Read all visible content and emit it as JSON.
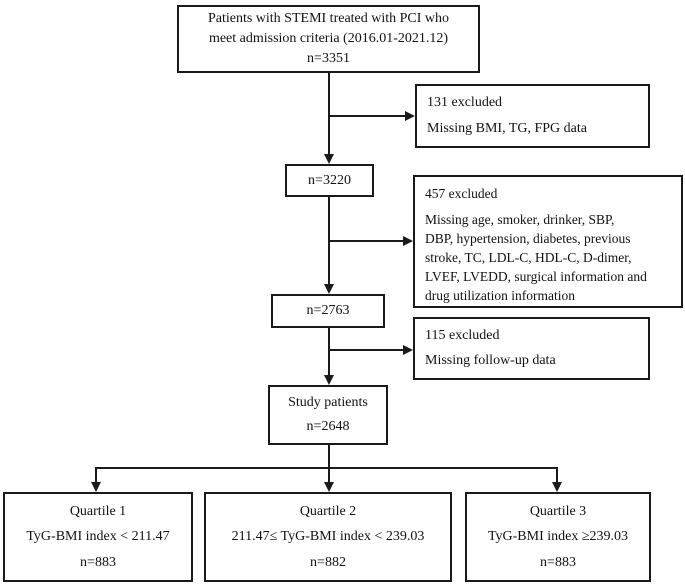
{
  "page": {
    "background": "#ffffff",
    "line_color": "#1a1a1a",
    "box_border_color": "#1a1a1a",
    "text_color": "#111111"
  },
  "flowchart": {
    "top": {
      "text": "Patients with STEMI treated with PCI who\nmeet admission criteria (2016.01-2021.12)",
      "n": "n=3351"
    },
    "excluded_1": {
      "title": "131 excluded",
      "body": "Missing BMI, TG, FPG data"
    },
    "n_3220": "n=3220",
    "excluded_2": {
      "title": "457 excluded",
      "body": "Missing age, smoker, drinker, SBP,\nDBP, hypertension, diabetes, previous\nstroke, TC, LDL-C, HDL-C, D-dimer,\nLVEF, LVEDD, surgical information and\ndrug utilization information"
    },
    "n_2763": "n=2763",
    "excluded_3": {
      "title": "115 excluded",
      "body": "Missing follow-up data"
    },
    "study": {
      "title": "Study patients",
      "n": "n=2648"
    },
    "quartile_1": {
      "title": "Quartile 1",
      "criteria": "TyG-BMI index < 211.47",
      "n": "n=883"
    },
    "quartile_2": {
      "title": "Quartile 2",
      "criteria": "211.47≤ TyG-BMI index < 239.03",
      "n": "n=882"
    },
    "quartile_3": {
      "title": "Quartile 3",
      "criteria": "TyG-BMI index ≥239.03",
      "n": "n=883"
    }
  }
}
